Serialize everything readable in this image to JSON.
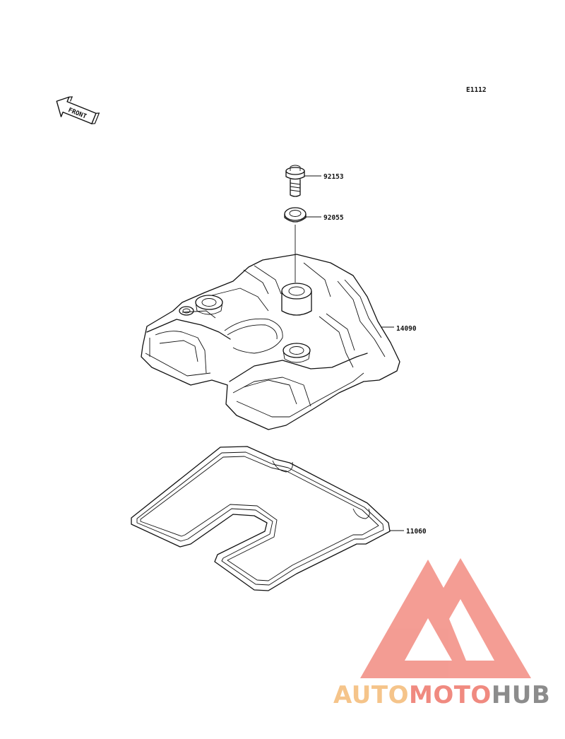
{
  "diagram": {
    "ref_code": "E1112",
    "front_label": "FRONT",
    "parts": [
      {
        "number": "92153",
        "name": "bolt"
      },
      {
        "number": "92055",
        "name": "washer"
      },
      {
        "number": "14090",
        "name": "cylinder-head-cover"
      },
      {
        "number": "11060",
        "name": "gasket"
      }
    ]
  },
  "watermark": {
    "text": "AUTOMOTOHUB",
    "parts": [
      "AUTO",
      "MOTO",
      "HUB"
    ],
    "colors": {
      "auto": "#f5c48a",
      "moto": "#f08a80",
      "hub": "#8c8c8c",
      "logo": "#f07c70"
    }
  }
}
